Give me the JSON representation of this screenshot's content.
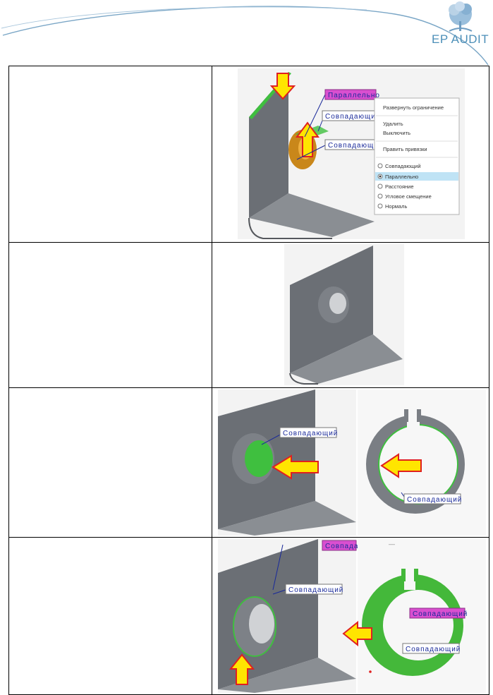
{
  "header": {
    "logo_text": "EP AUDIT",
    "accent_color": "#4c8fb8"
  },
  "rows": [
    {
      "labels": {
        "parallel": "Параллельно",
        "coincident_a": "Совпадающий",
        "coincident_b": "Совпадающий"
      },
      "context_menu": {
        "items": [
          "Развернуть ограничение",
          "Удалить",
          "Выключить",
          "Править привязки"
        ],
        "options": [
          "Совпадающий",
          "Параллельно",
          "Расстояние",
          "Угловое смещение",
          "Нормаль"
        ],
        "selected": "Параллельно"
      }
    },
    {},
    {
      "labels": {
        "left": "Совпадающий",
        "right": "Совпадающий"
      }
    },
    {
      "labels": {
        "top_cut": "Совпада",
        "left": "Совпадающий",
        "right_pink": "Совпадающий",
        "right_bottom": "Совпадающий"
      },
      "toolbar_mark": "—"
    }
  ],
  "colors": {
    "part_gray": "#6b6f75",
    "highlight_green": "#3fbf3f",
    "arrow_yellow": "#ffe500",
    "arrow_red": "#e02020",
    "label_pink": "#d94fd0",
    "menu_selected": "#bfe3f5"
  }
}
